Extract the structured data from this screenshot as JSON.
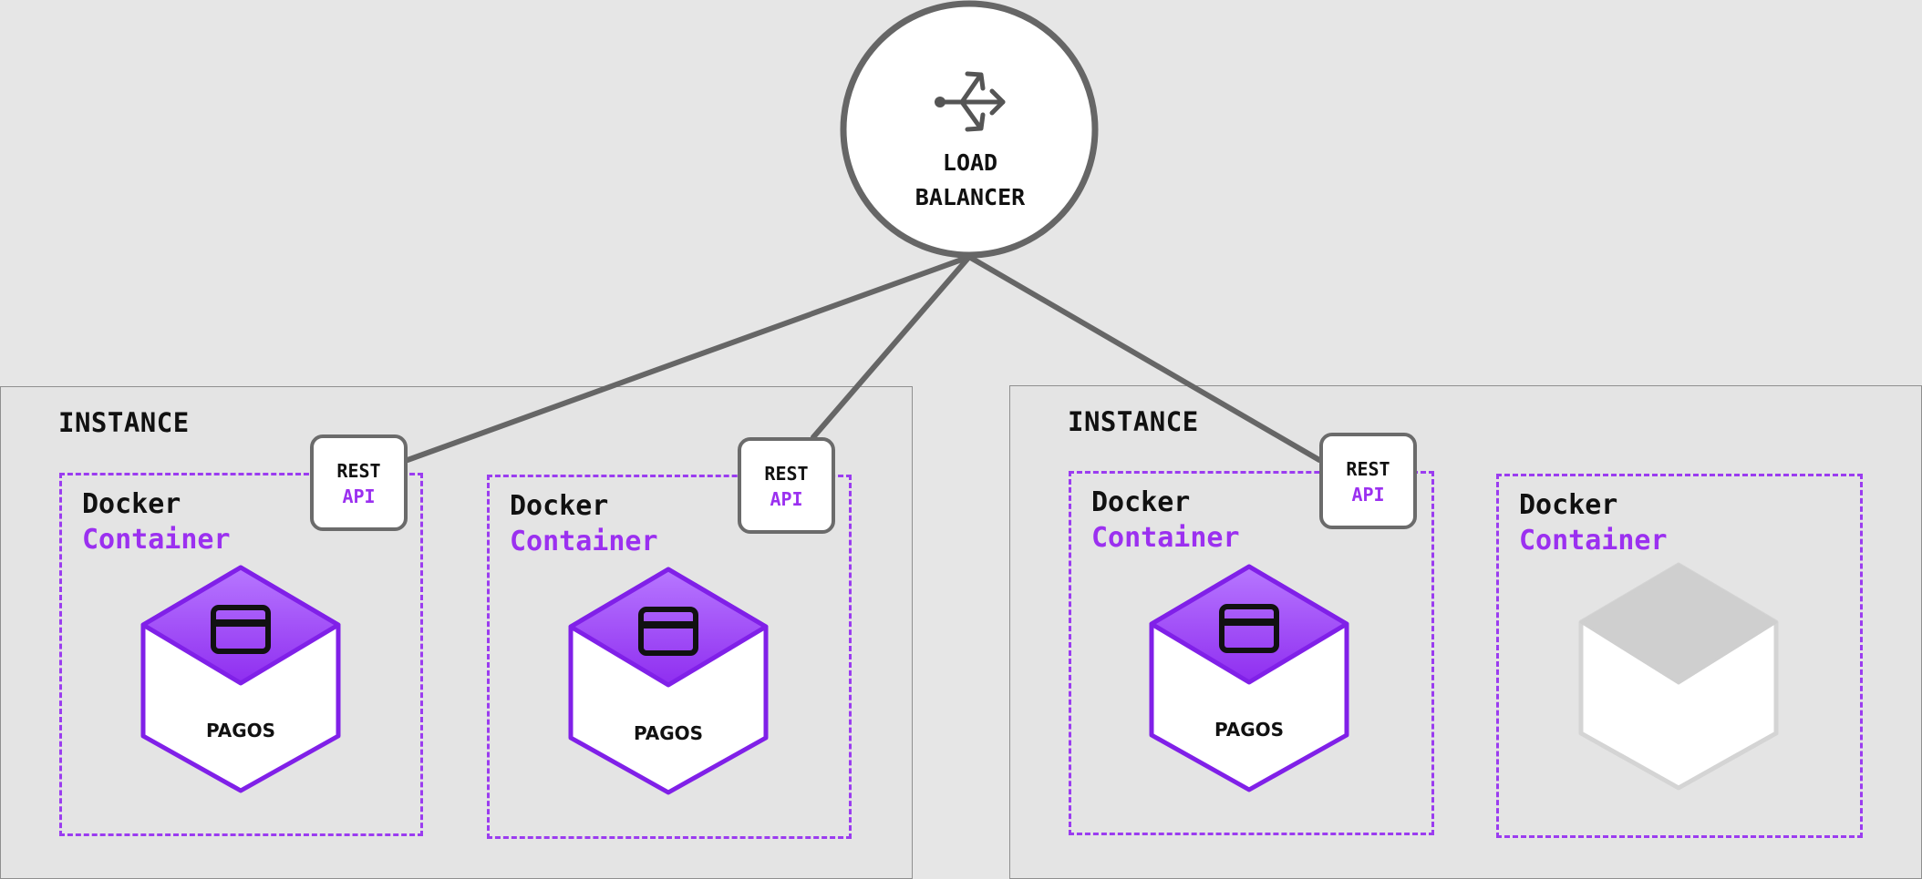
{
  "load_balancer": {
    "line1": "LOAD",
    "line2": "BALANCER",
    "icon": "split-arrows-icon"
  },
  "instances": [
    {
      "label": "INSTANCE",
      "containers": [
        {
          "title1": "Docker",
          "title2": "Container",
          "service": "PAGOS",
          "rest": "REST",
          "api": "API"
        },
        {
          "title1": "Docker",
          "title2": "Container",
          "service": "PAGOS",
          "rest": "REST",
          "api": "API"
        }
      ]
    },
    {
      "label": "INSTANCE",
      "containers": [
        {
          "title1": "Docker",
          "title2": "Container",
          "service": "PAGOS",
          "rest": "REST",
          "api": "API"
        },
        {
          "title1": "Docker",
          "title2": "Container"
        }
      ]
    }
  ],
  "colors": {
    "accent": "#9b30f0",
    "stroke": "#666666",
    "background": "#e6e6e6",
    "inactive": "#d0d0d0"
  }
}
